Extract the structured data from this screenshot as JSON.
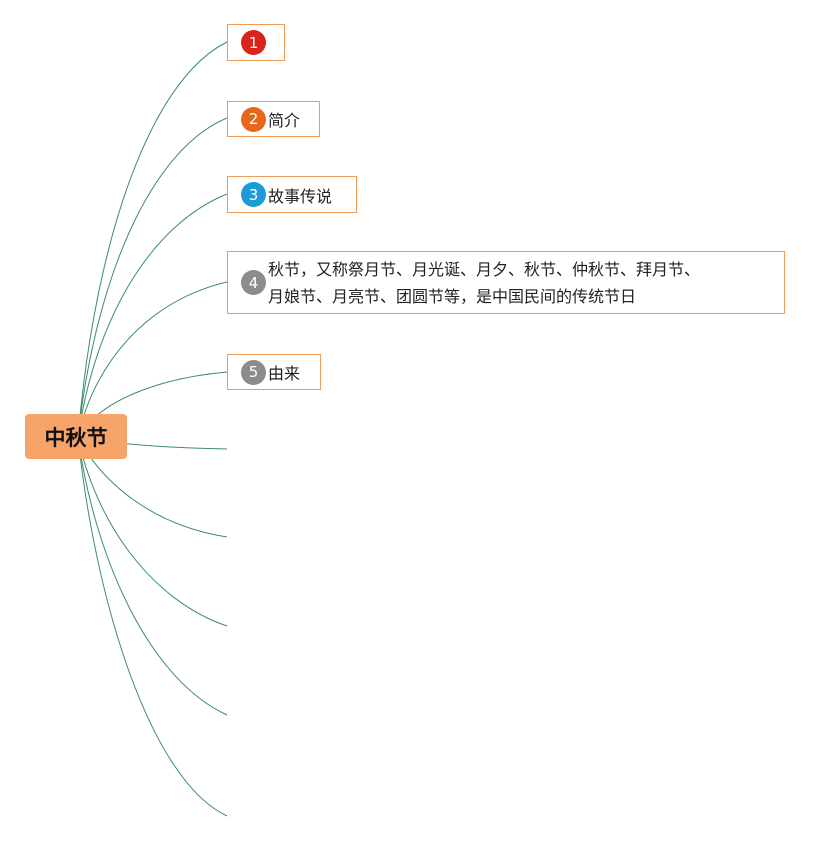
{
  "root": {
    "label": "中秋节"
  },
  "nodes": [
    {
      "num": "1",
      "color": "#d9241c",
      "label": ""
    },
    {
      "num": "2",
      "color": "#e4671a",
      "label": "简介"
    },
    {
      "num": "3",
      "color": "#1b9bd8",
      "label": "故事传说"
    },
    {
      "num": "4",
      "color": "#8c8c8c",
      "line1": "秋节，又称祭月节、月光诞、月夕、秋节、仲秋节、拜月节、",
      "line2": "月娘节、月亮节、团圆节等，是中国民间的传统节日"
    },
    {
      "num": "5",
      "color": "#8c8c8c",
      "label": "由来"
    }
  ],
  "colors": {
    "link": "#3d8c6b",
    "root_fill": "#f6a46a",
    "node_border": "#ef9a57"
  }
}
